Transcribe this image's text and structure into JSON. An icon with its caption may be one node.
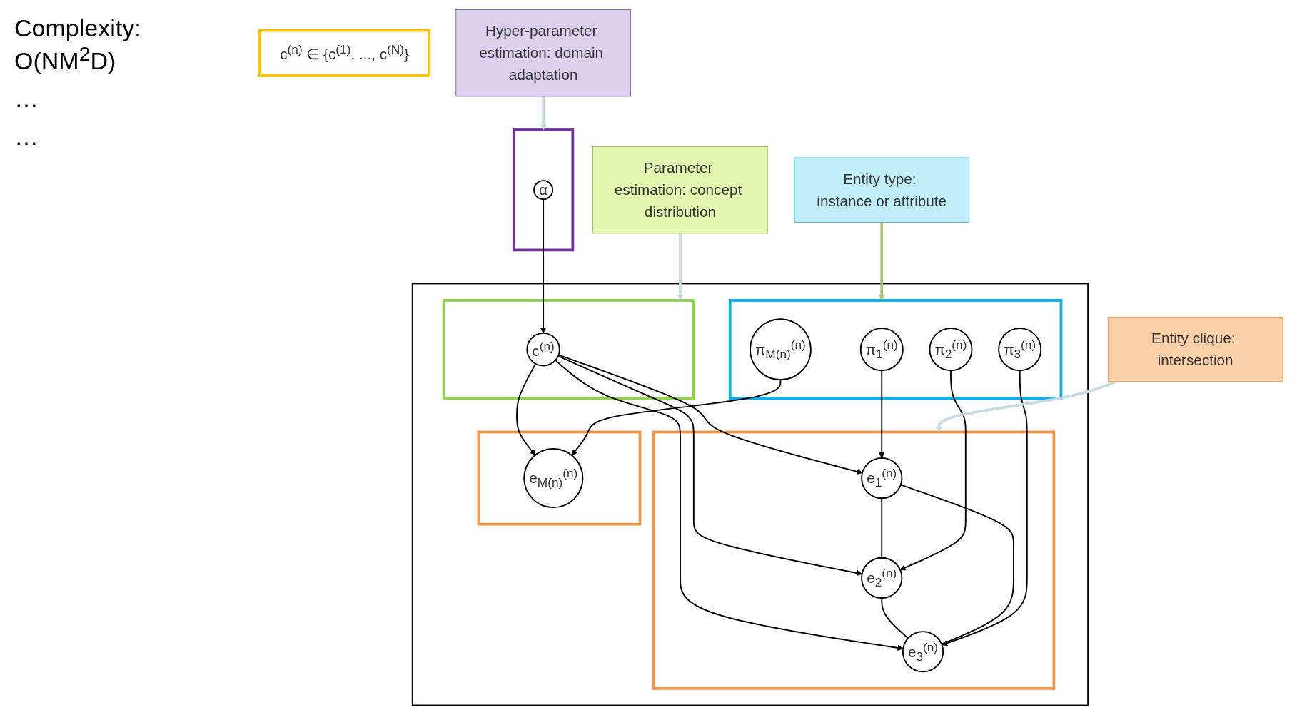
{
  "diagram": {
    "nodes": [
      {
        "text": [],
        "shape": "box"
      },
      {
        "text": [
          "α"
        ],
        "in": 0
      },
      {
        "text": [],
        "shape": "box"
      },
      {
        "text": [],
        "shape": "box",
        "in": 2
      },
      {
        "text": [
          "c$^{(n)}$"
        ],
        "in": 3
      },
      {
        "text": [],
        "shape": "box",
        "in": 2
      },
      {
        "text": [
          "e$_{1}$$^{(n)}$"
        ],
        "in": 5
      },
      {
        "text": [
          "e$_{2}$$^{(n)}$"
        ],
        "in": 5
      },
      {
        "text": [
          "e$_{3}$$^{(n)}$"
        ],
        "in": 5
      },
      {
        "text": [],
        "shape": "box",
        "in": 2
      },
      {
        "text": [
          "e$_{M(n)}$$^{(n)}$"
        ],
        "in": 9
      },
      {
        "text": [],
        "shape": "box",
        "in": 2
      },
      {
        "text": [
          "π$_{1}$$^{(n)}$"
        ],
        "in": 11
      },
      {
        "text": [
          "π$_{2}$$^{(n)}$"
        ],
        "in": 11
      },
      {
        "text": [
          "π$_{3}$$^{(n)}$"
        ],
        "in": 11
      },
      {
        "text": [
          "π$_{M(n)}$$^{(n)}$"
        ],
        "in": 11
      },
      {
        "text": [
          "c$^{(n)}$ ∈ {c$^{(1)}$, ..., c$^{(N)}$}"
        ]
      },
      {
        "text": [
          "Hyper-parameter estimation: domain adaptation"
        ]
      },
      {
        "text": [
          "Parameter estimation: concept distribution"
        ]
      },
      {
        "text": [
          "Entity clique: intersection"
        ]
      },
      {
        "text": [
          "Entity type: instance or attribute"
        ]
      }
    ],
    "edges": [
      {
        "from": 1,
        "to": 4,
        "arrow": "to"
      },
      {
        "from": 4,
        "to": 6,
        "arrow": "to"
      },
      {
        "from": 4,
        "to": 7,
        "arrow": "to"
      },
      {
        "from": 4,
        "to": 8,
        "arrow": "to"
      },
      {
        "from": 4,
        "to": 10,
        "arrow": "to"
      },
      {
        "from": 6,
        "to": 7,
        "arrow": "none"
      },
      {
        "from": 7,
        "to": 8,
        "arrow": "none"
      },
      {
        "from": 6,
        "to": 8,
        "arrow": "none"
      },
      {
        "from": 12,
        "to": 6,
        "arrow": "to"
      },
      {
        "from": 13,
        "to": 7,
        "arrow": "to"
      },
      {
        "from": 14,
        "to": 8,
        "arrow": "to"
      },
      {
        "from": 15,
        "to": 10,
        "arrow": "to"
      },
      {
        "from": 17,
        "to": 0,
        "arrow": "to",
        "color": "#c4dbe6"
      },
      {
        "from": 18,
        "to": 3,
        "arrow": "to",
        "color": "#c4dbe6"
      },
      {
        "from": 19,
        "to": 5,
        "arrow": "to",
        "color": "#c4dbe6"
      },
      {
        "from": 20,
        "to": 11,
        "arrow": "to",
        "color": "#a8c878"
      }
    ],
    "labels": [
      "Complexity: O(NM$^{2}$D)",
      "…",
      "…"
    ]
  }
}
